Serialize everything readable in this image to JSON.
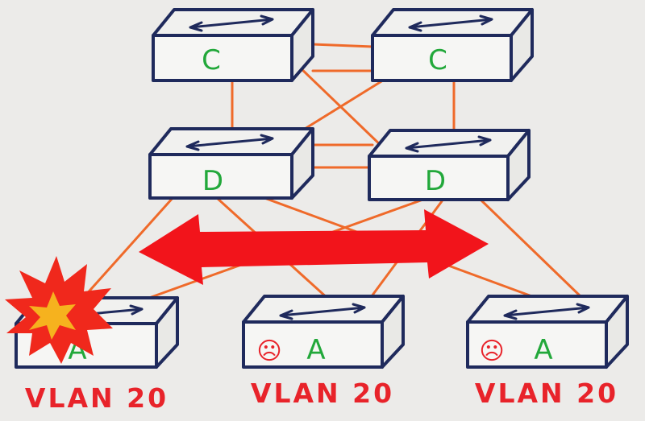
{
  "colors": {
    "background": "#ecebe9",
    "switch_outline": "#1f2a5c",
    "link": "#ef6a2a",
    "letter": "#22a83a",
    "vlan_label": "#e8232a",
    "arrow": "#f2141b",
    "burst_outer": "#f0281c",
    "burst_inner": "#f6b21e",
    "sad_face": "#e8232a"
  },
  "switches": [
    {
      "id": "core-left",
      "letter": "C"
    },
    {
      "id": "core-right",
      "letter": "C"
    },
    {
      "id": "dist-left",
      "letter": "D"
    },
    {
      "id": "dist-right",
      "letter": "D"
    },
    {
      "id": "access-left",
      "letter": "A",
      "state": "failed"
    },
    {
      "id": "access-mid",
      "letter": "A",
      "state": "sad",
      "face": "☹"
    },
    {
      "id": "access-right",
      "letter": "A",
      "state": "sad",
      "face": "☹"
    }
  ],
  "vlan_labels": [
    "VLAN 20",
    "VLAN 20",
    "VLAN 20"
  ],
  "icons": [
    "bidirectional-arrow-icon",
    "explosion-icon",
    "sad-face-icon"
  ]
}
